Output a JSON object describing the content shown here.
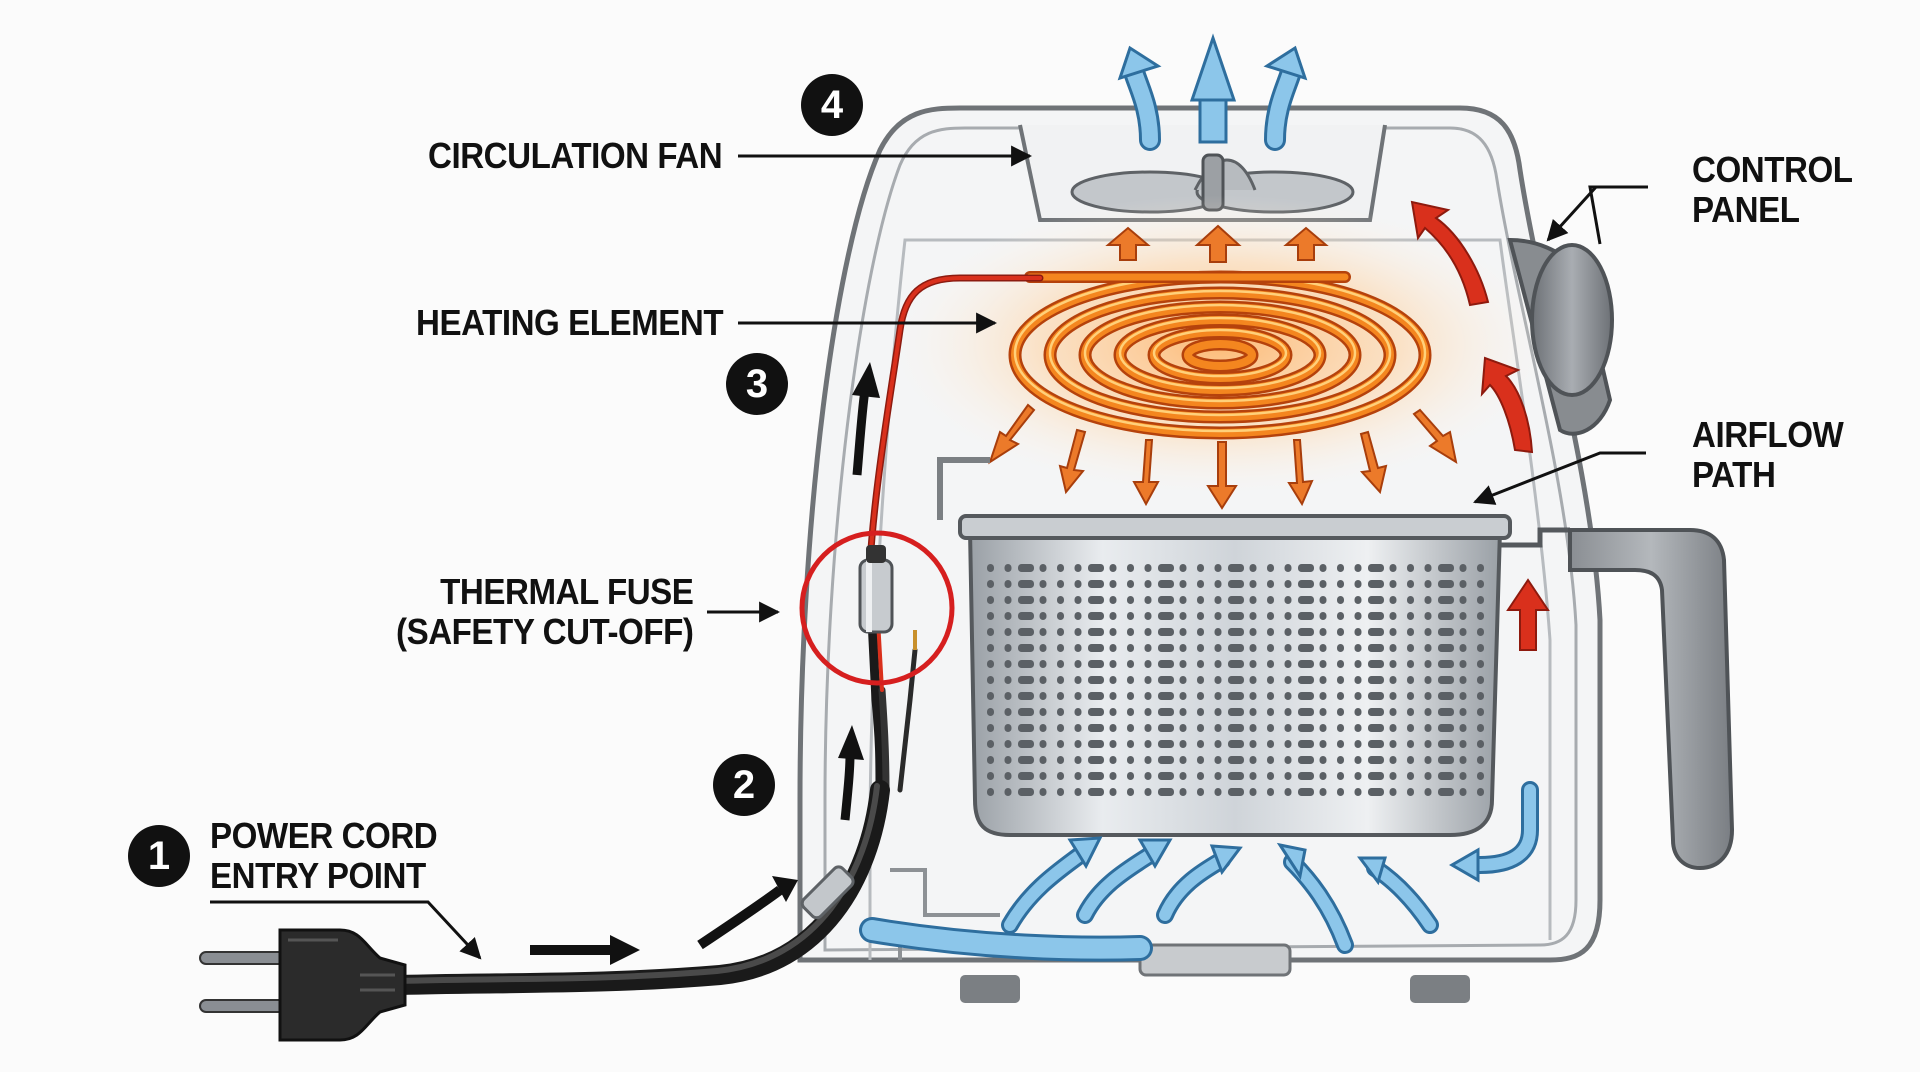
{
  "labels": {
    "circulation_fan": "CIRCULATION FAN",
    "heating_element": "HEATING ELEMENT",
    "thermal_fuse_line1": "THERMAL FUSE",
    "thermal_fuse_line2": "(SAFETY CUT-OFF)",
    "power_cord_line1": "POWER CORD",
    "power_cord_line2": "ENTRY POINT",
    "control_panel_line1": "CONTROL",
    "control_panel_line2": "PANEL",
    "airflow_path_line1": "AIRFLOW",
    "airflow_path_line2": "PATH"
  },
  "steps": {
    "step1": "1",
    "step2": "2",
    "step3": "3",
    "step4": "4"
  },
  "colors": {
    "hot_air": "#d9301c",
    "heat_radiation": "#ec7a2a",
    "cool_air": "#5aa6dc",
    "fuse_highlight": "#d61f1f",
    "coil": "#f07a1e"
  }
}
